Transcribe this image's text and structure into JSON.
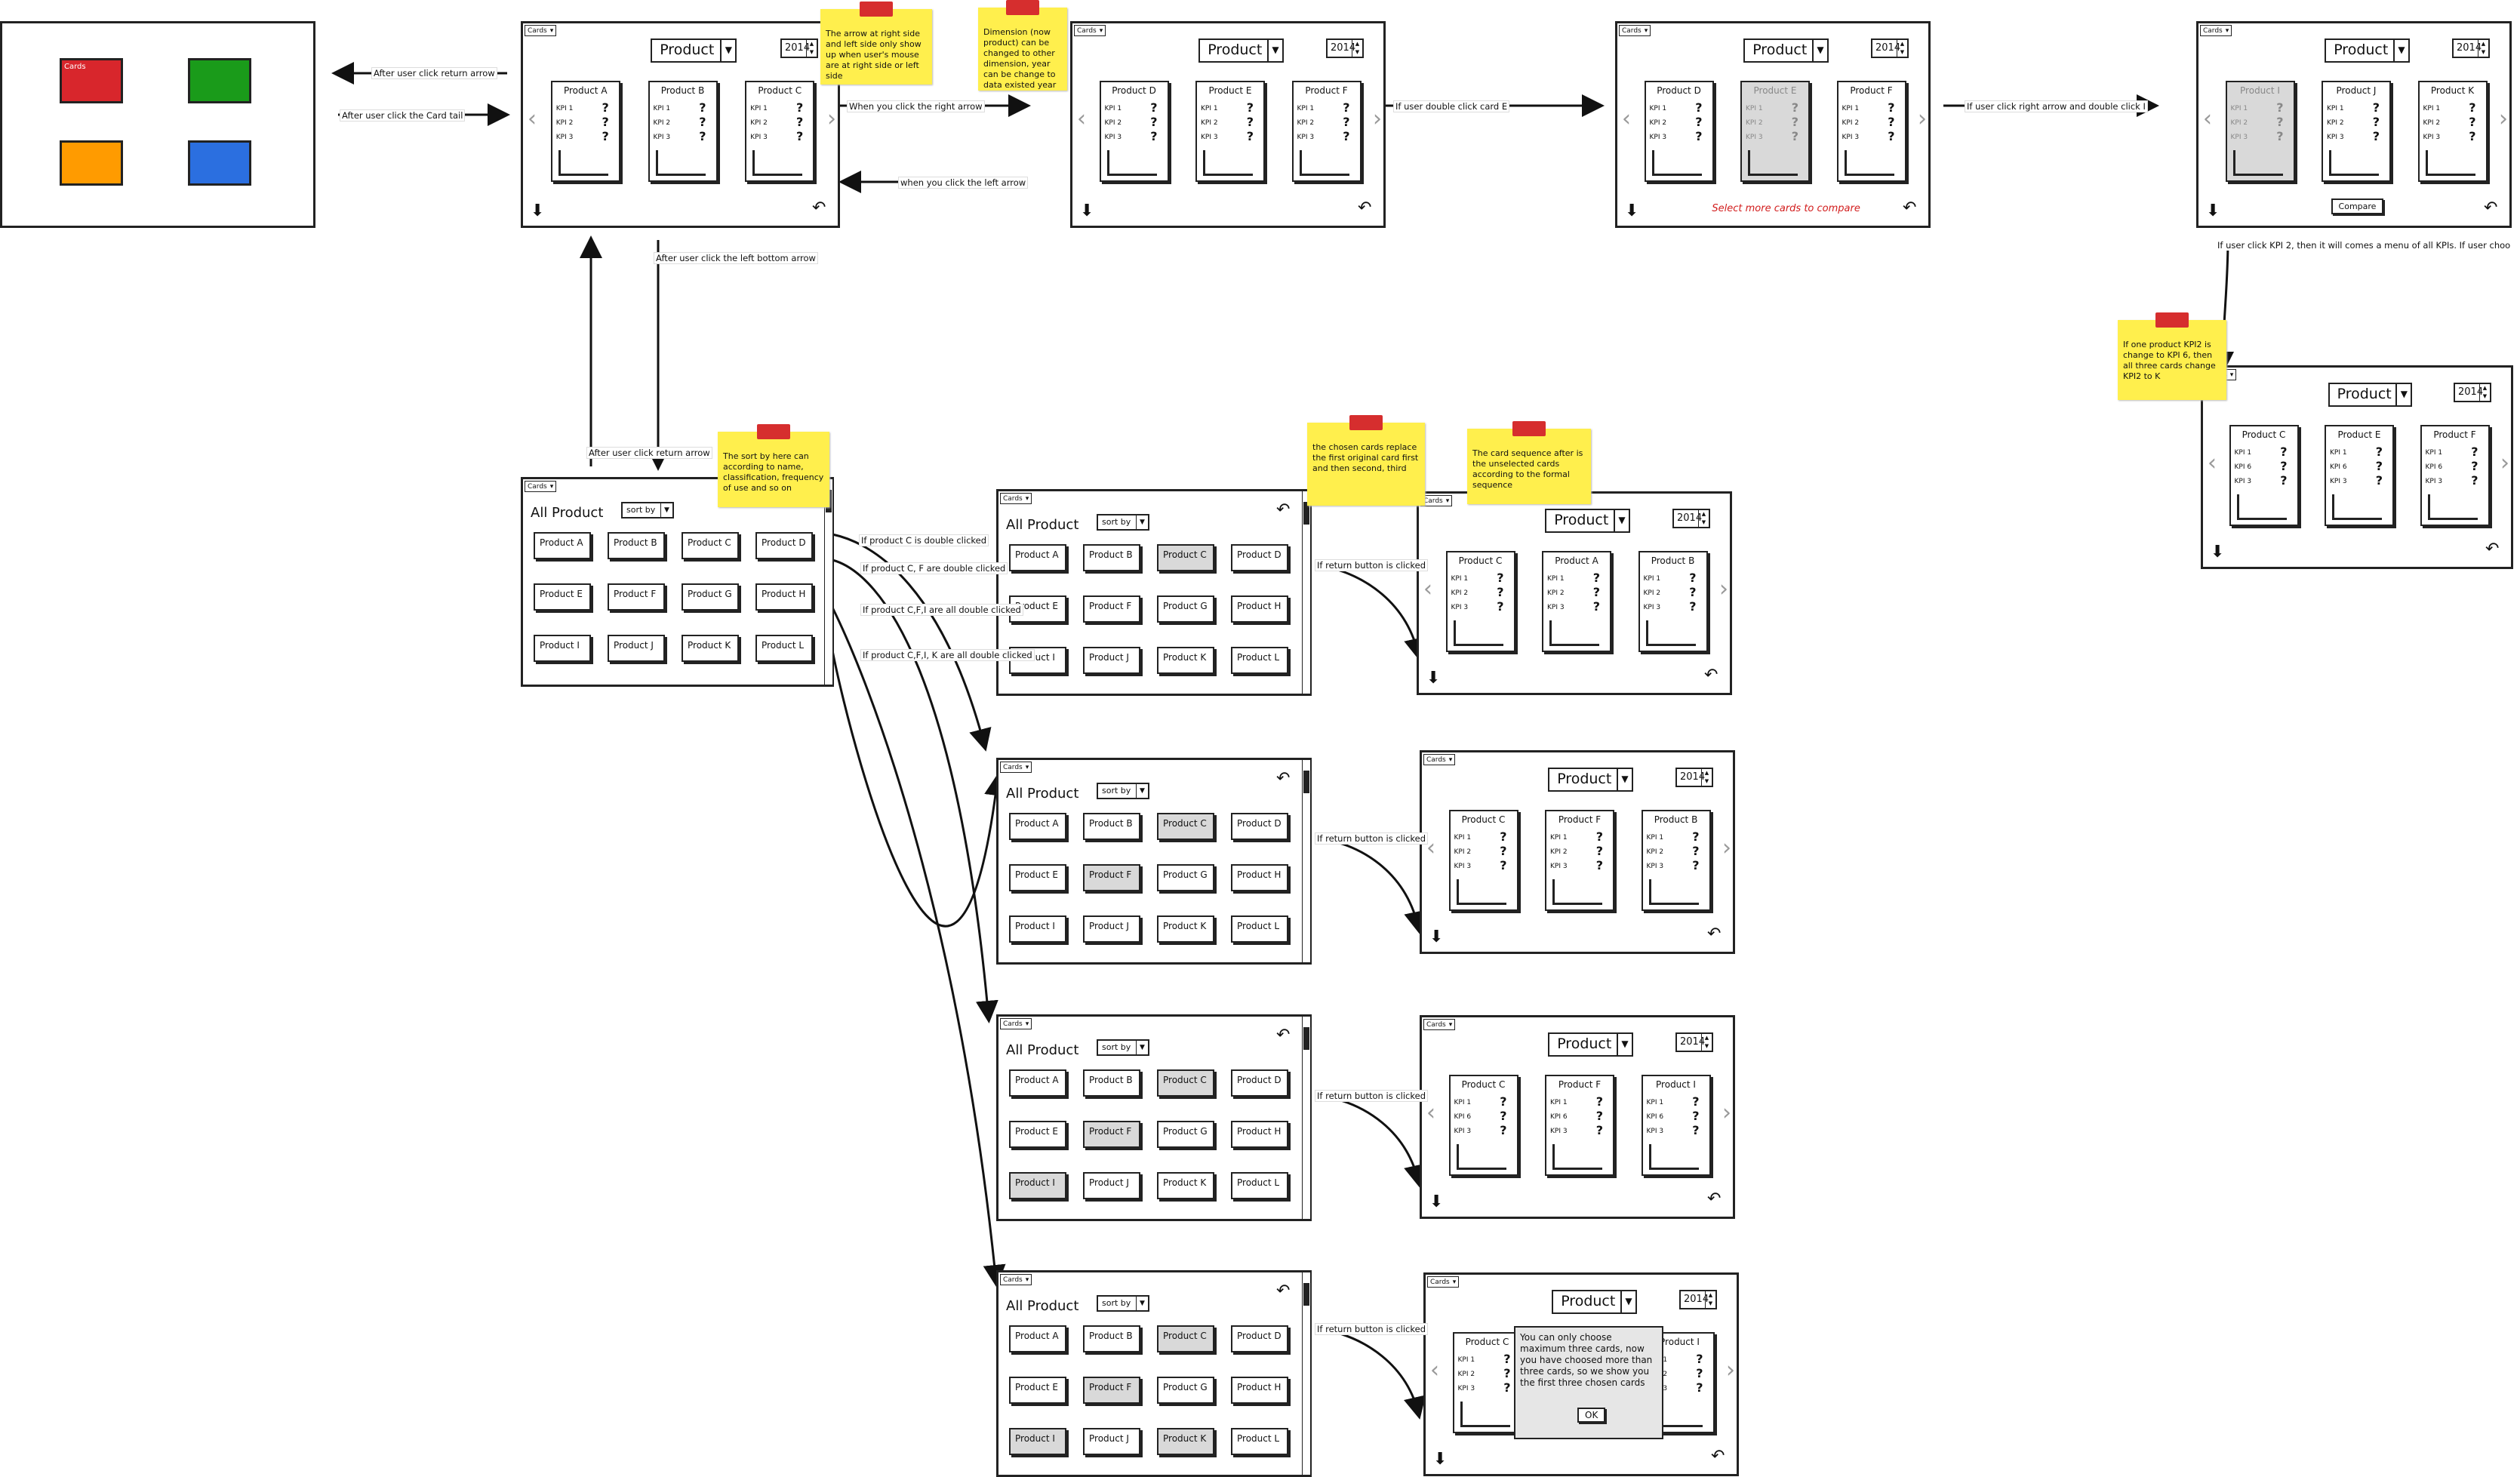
{
  "tab": {
    "label": "Cards",
    "icon": "chevron-down-icon"
  },
  "home": {
    "tile_label": "Cards",
    "colors": [
      "#d8262c",
      "#1a9b1a",
      "#ff9b00",
      "#2b6fe0"
    ]
  },
  "common": {
    "dropdown": "Product",
    "year": "2014",
    "kpis": [
      "KPI 1",
      "KPI 2",
      "KPI 3"
    ],
    "kpis_alt": [
      "KPI 1",
      "KPI 6",
      "KPI 3"
    ],
    "q": "?",
    "all_product": "All Product",
    "sort_by": "sort by"
  },
  "views": {
    "v1": {
      "cards": [
        "Product A",
        "Product B",
        "Product C"
      ]
    },
    "v2": {
      "cards": [
        "Product D",
        "Product E",
        "Product F"
      ]
    },
    "v3": {
      "cards": [
        "Product D",
        "Product E",
        "Product F"
      ],
      "hint": "Select more cards to compare"
    },
    "v4": {
      "cards": [
        "Product I",
        "Product J",
        "Product K"
      ],
      "button": "Compare"
    },
    "v5": {
      "cards": [
        "Product C",
        "Product E",
        "Product F"
      ]
    },
    "r1": {
      "cards": [
        "Product C",
        "Product A",
        "Product B"
      ]
    },
    "r2": {
      "cards": [
        "Product C",
        "Product F",
        "Product B"
      ]
    },
    "r3": {
      "cards": [
        "Product C",
        "Product F",
        "Product I"
      ]
    },
    "r4": {
      "cards": [
        "Product C",
        "Product I"
      ],
      "dialog": "You can only choose maximum three cards, now you have choosed more than three cards, so we show you the first three chosen cards",
      "ok": "OK"
    }
  },
  "products": [
    "Product A",
    "Product B",
    "Product C",
    "Product D",
    "Product E",
    "Product F",
    "Product G",
    "Product H",
    "Product I",
    "Product J",
    "Product K",
    "Product L"
  ],
  "labels": {
    "l1": "After user click return arrow",
    "l2": "After user click the Card tail",
    "l3": "When you click the right arrow",
    "l4": "when you click the left arrow",
    "l5": "If user double click card E",
    "l6": "If user click right arrow and double click I",
    "l7": "If user click KPI 2, then it will comes a menu of all KPIs. If user choo",
    "l8": "After user click the left bottom arrow",
    "l9": "After user click return arrow",
    "l10": "If product C is double clicked",
    "l11": "If product C, F are double clicked",
    "l12": "If product C,F,I are all double clicked",
    "l13": "If product C,F,I, K are all double clicked",
    "l14": "If return button is clicked",
    "l15": "If return button is clicked",
    "l16": "If return button is clicked",
    "l17": "If return button is clicked"
  },
  "notes": {
    "n1": "The arrow at right side and left side only show up when user's mouse are at right side or left side",
    "n2": "Dimension (now product) can be changed to other dimension, year can be change to data existed year",
    "n3": "The sort by here can according to name, classification, frequency of use and so on",
    "n4": "the chosen cards replace the first original card first and then second, third",
    "n5": "The card sequence after is the unselected cards according to the formal sequence",
    "n6": "If one product KPI2 is change to KPI 6, then all three cards change KPI2 to K"
  }
}
